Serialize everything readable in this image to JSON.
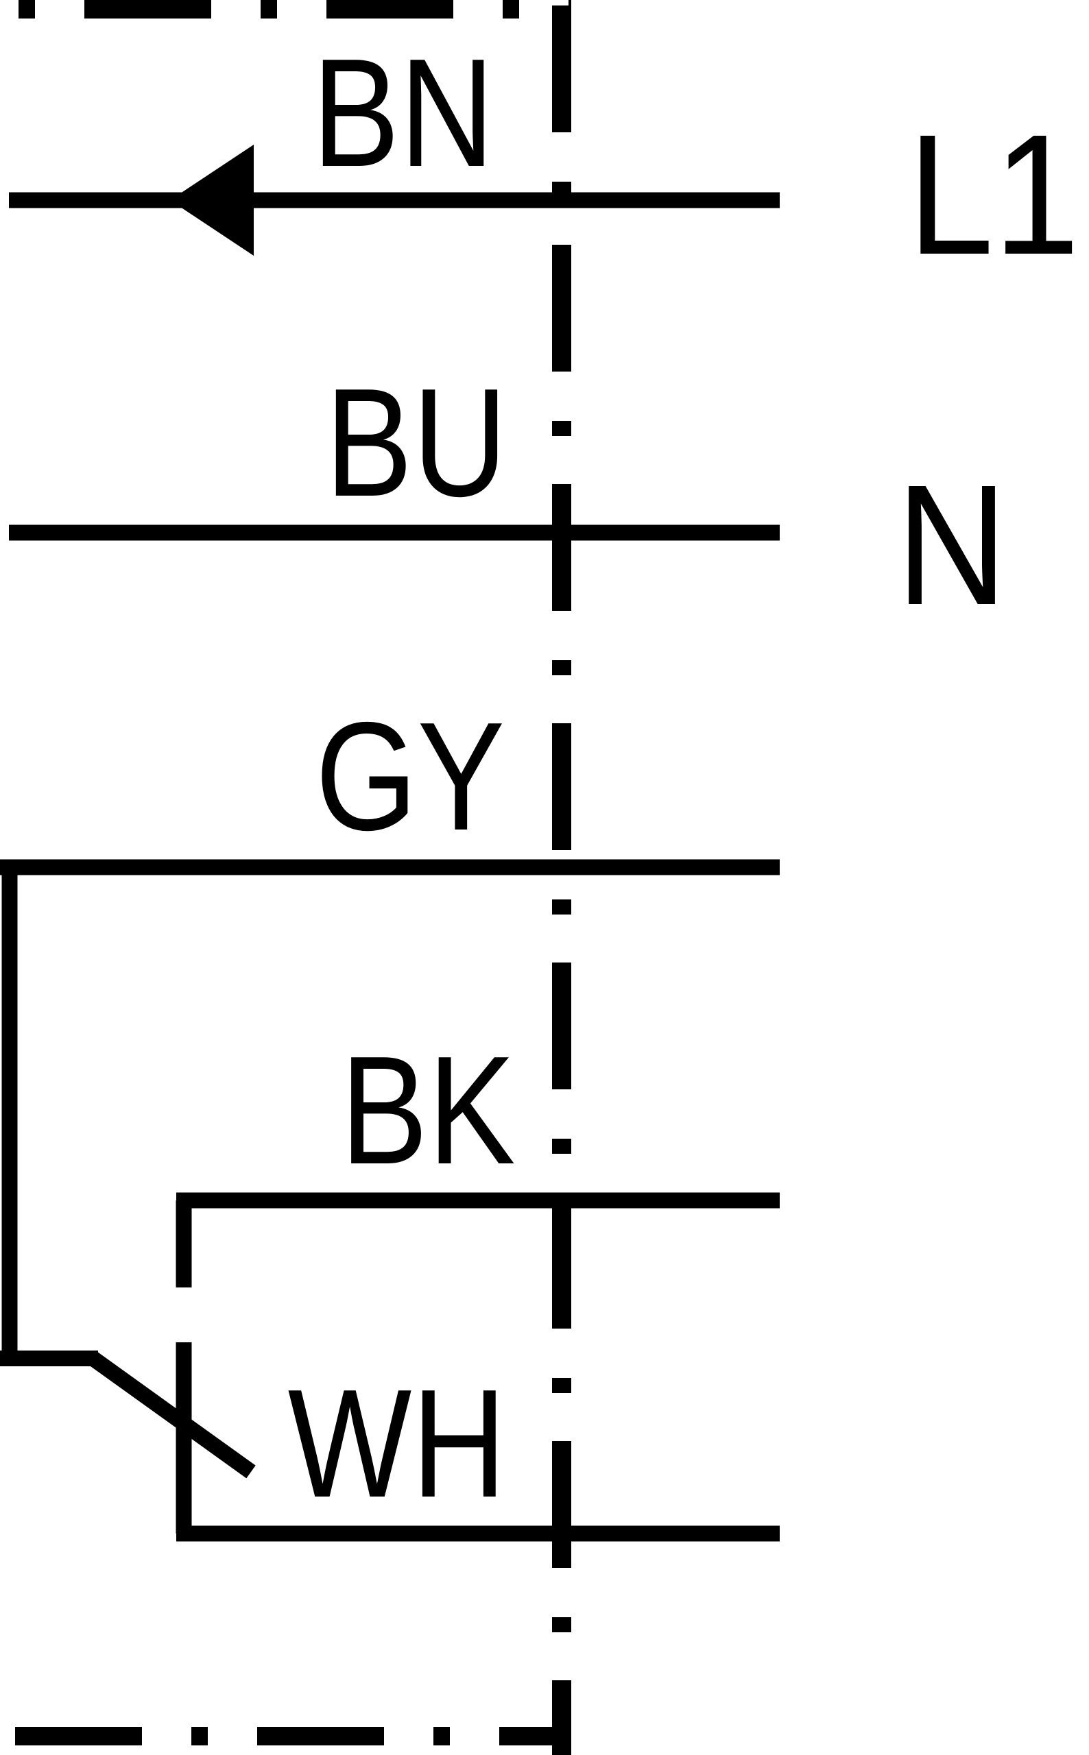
{
  "diagram": {
    "type": "sensor-wiring-diagram",
    "colors": {
      "ink": "#000000",
      "background": "#ffffff"
    },
    "wires": [
      {
        "label": "BN",
        "terminal": "L1"
      },
      {
        "label": "BU",
        "terminal": "N"
      },
      {
        "label": "GY",
        "terminal": ""
      },
      {
        "label": "BK",
        "terminal": ""
      },
      {
        "label": "WH",
        "terminal": ""
      }
    ]
  }
}
